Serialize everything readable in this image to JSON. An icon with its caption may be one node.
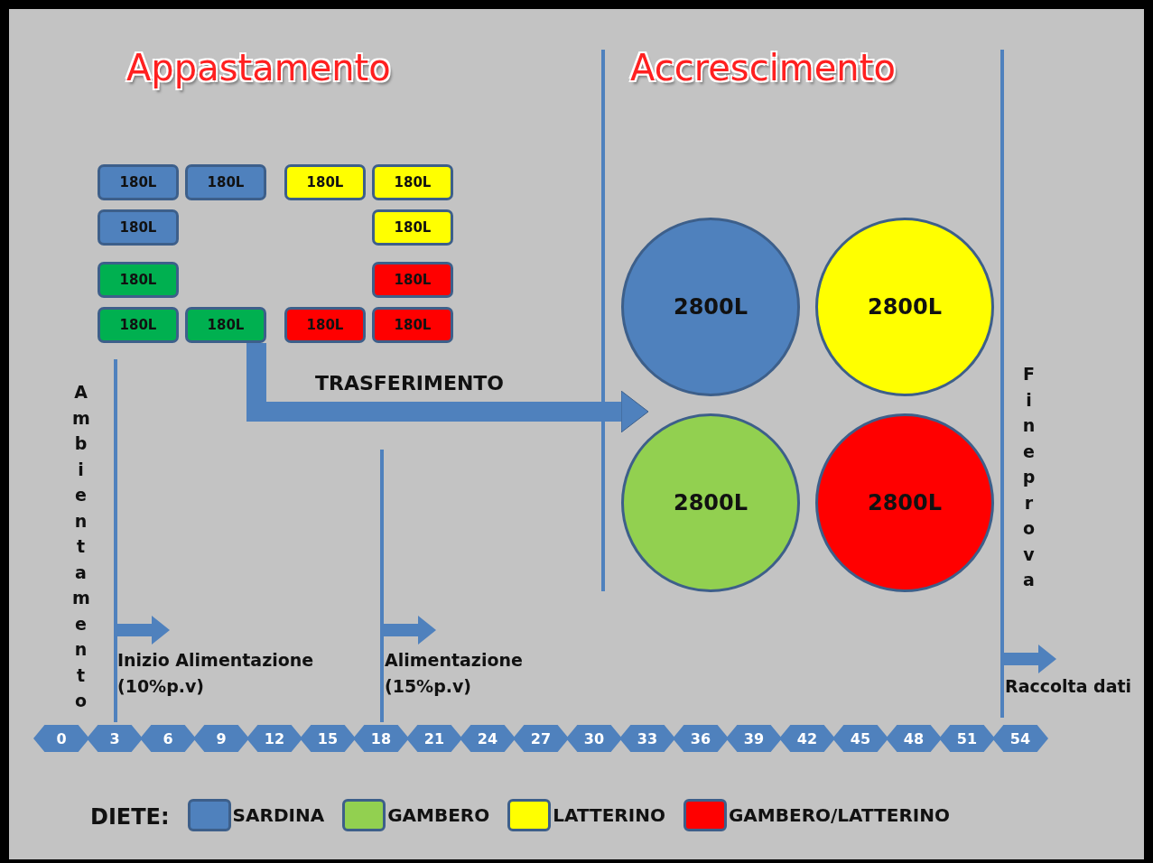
{
  "diagram": {
    "nodes": [
      {
        "text": [
          "180L"
        ]
      },
      {
        "text": [
          "180L"
        ]
      },
      {
        "text": [
          "180L"
        ]
      },
      {
        "text": [
          "180L"
        ]
      },
      {
        "text": [
          "180L"
        ]
      },
      {
        "text": [
          "180L"
        ]
      },
      {
        "text": [
          "180L"
        ]
      },
      {
        "text": [
          "180L"
        ]
      },
      {
        "text": [
          "180L"
        ]
      },
      {
        "text": [
          "180L"
        ]
      },
      {
        "text": [
          "180L"
        ]
      },
      {
        "text": [
          "180L"
        ]
      },
      {
        "text": [
          "2800L"
        ]
      },
      {
        "text": [
          "2800L"
        ]
      },
      {
        "text": [
          "2800L"
        ]
      },
      {
        "text": [
          "2800L"
        ]
      },
      {
        "text": [
          "0"
        ]
      },
      {
        "text": [
          "3"
        ]
      },
      {
        "text": [
          "6"
        ]
      },
      {
        "text": [
          "9"
        ]
      },
      {
        "text": [
          "12"
        ]
      },
      {
        "text": [
          "15"
        ]
      },
      {
        "text": [
          "18"
        ]
      },
      {
        "text": [
          "21"
        ]
      },
      {
        "text": [
          "24"
        ]
      },
      {
        "text": [
          "27"
        ]
      },
      {
        "text": [
          "30"
        ]
      },
      {
        "text": [
          "33"
        ]
      },
      {
        "text": [
          "36"
        ]
      },
      {
        "text": [
          "39"
        ]
      },
      {
        "text": [
          "42"
        ]
      },
      {
        "text": [
          "45"
        ]
      },
      {
        "text": [
          "48"
        ]
      },
      {
        "text": [
          "51"
        ]
      },
      {
        "text": [
          "54"
        ]
      }
    ],
    "edges": [
      {
        "from": 9,
        "to": 12,
        "arrow": "to",
        "label": "TRASFERIMENTO"
      }
    ],
    "labels": [
      "Appastamento",
      "Accrescimento",
      "Ambientamento",
      "Fine prova",
      "Inizio Alimentazione (10%p.v)",
      "Alimentazione (15%p.v)",
      "Raccolta dati",
      "DIETE:"
    ],
    "legend": [
      {
        "text": "SARDINA",
        "color": "#4f81bd"
      },
      {
        "text": "GAMBERO",
        "color": "#92d050"
      },
      {
        "text": "LATTERINO",
        "color": "#ffff00"
      },
      {
        "text": "GAMBERO/LATTERINO",
        "color": "#ff0000"
      }
    ]
  }
}
